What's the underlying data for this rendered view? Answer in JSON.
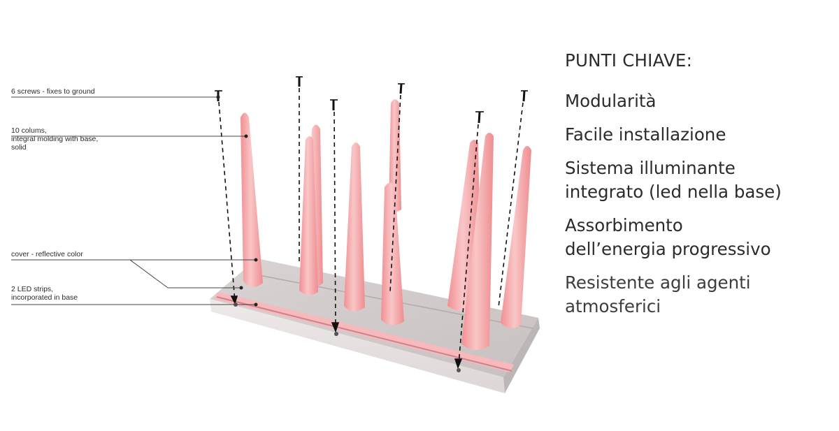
{
  "callouts": {
    "screws": "6 screws - fixes to ground",
    "columns": "10 colums,\nintegral molding with base,\nsolid",
    "cover": "cover - reflective color",
    "led": "2 LED strips,\nincorporated in base"
  },
  "key_points": {
    "heading": "PUNTI CHIAVE:",
    "items": [
      "Modularità",
      "Facile installazione",
      "Sistema illuminante\nintegrato (led nella base)",
      "Assorbimento\ndell’energia progressivo",
      "Resistente agli agenti\natmosferici"
    ]
  },
  "colors": {
    "column": "#f2a4a6",
    "column_highlight": "#f9c9ca",
    "base_top": "#cfc9c9",
    "base_side": "#e8e3e3",
    "text": "#2b2b2b"
  }
}
